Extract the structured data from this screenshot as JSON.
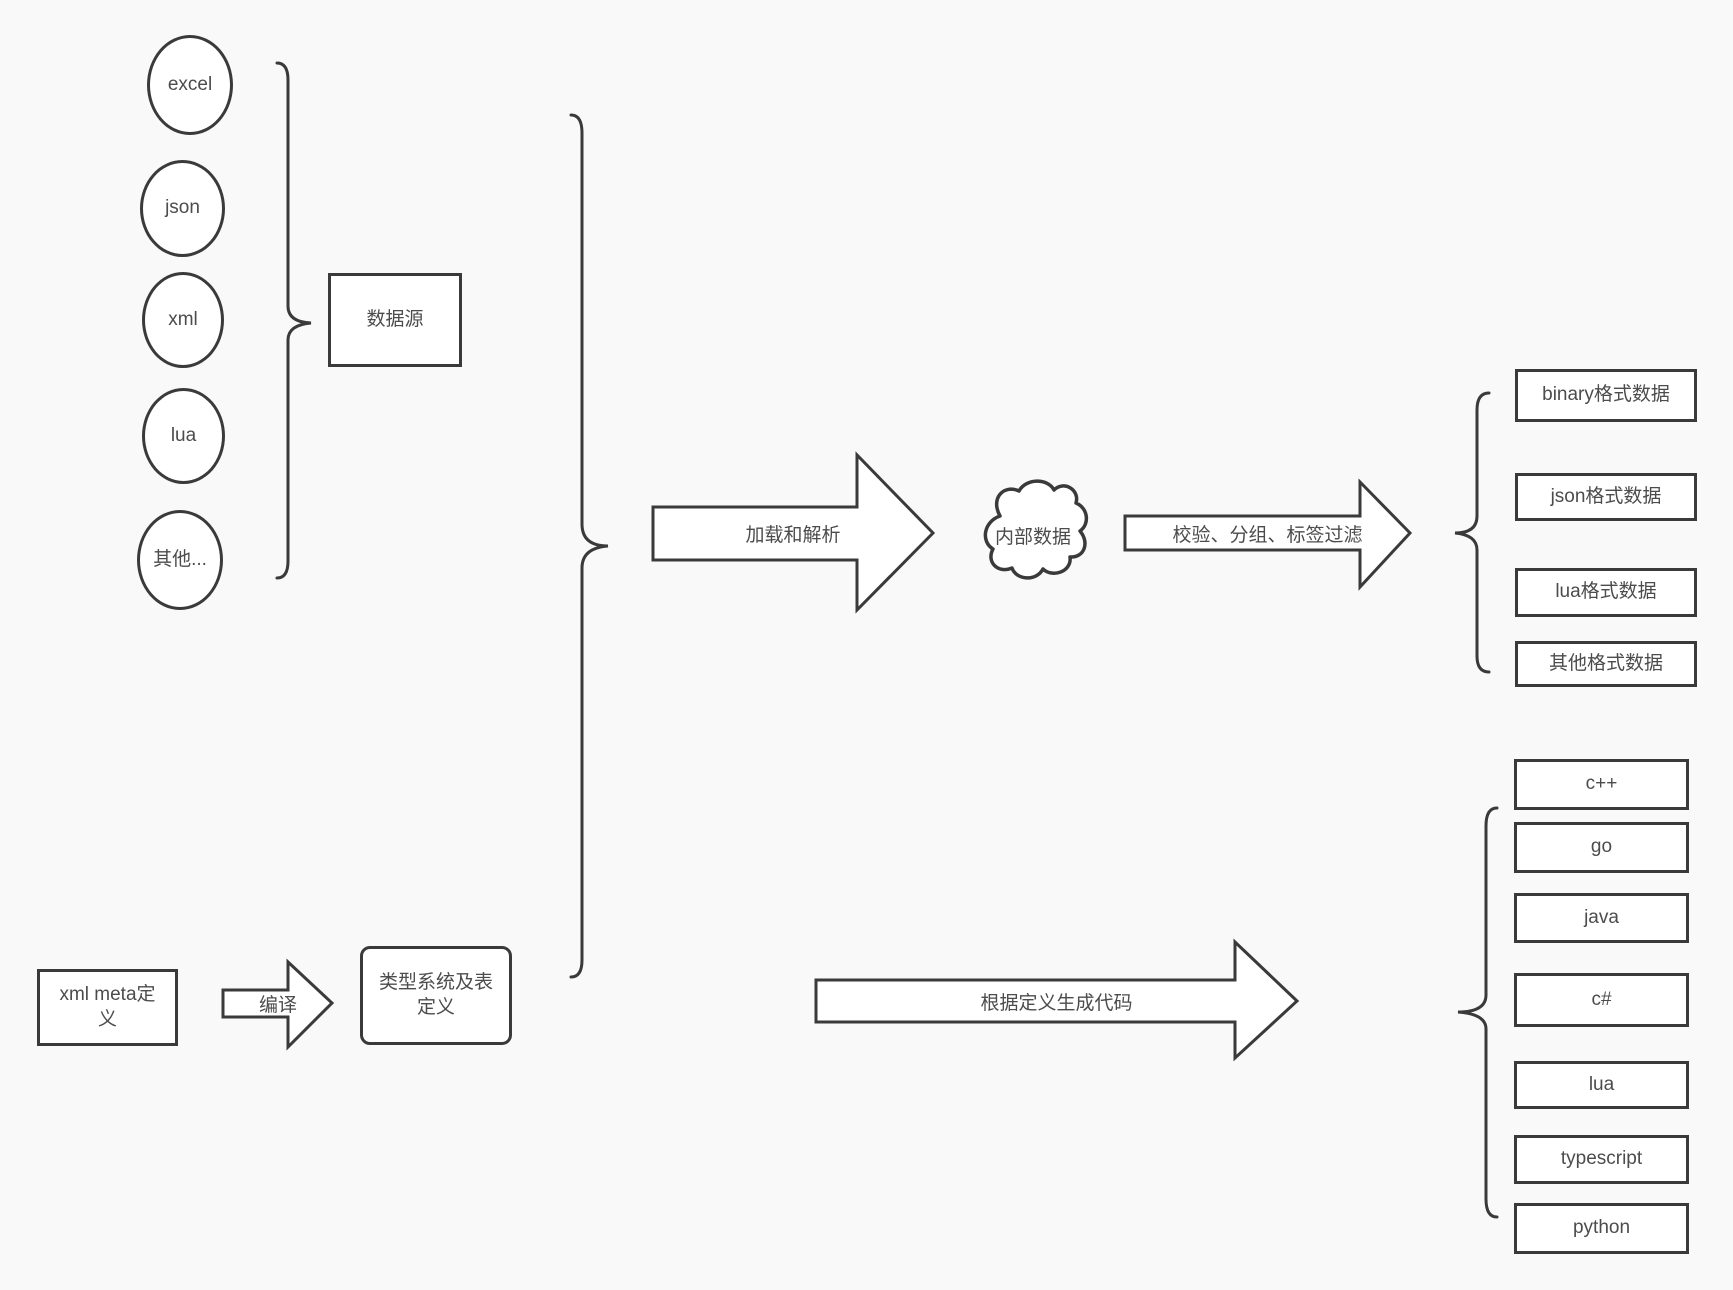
{
  "colors": {
    "background": "#f9f9f9",
    "shape_fill": "#ffffff",
    "stroke": "#3a3a3a",
    "text": "#4c4c4c"
  },
  "data_sources": {
    "group_label": "数据源",
    "items": [
      {
        "label": "excel"
      },
      {
        "label": "json"
      },
      {
        "label": "xml"
      },
      {
        "label": "lua"
      },
      {
        "label": "其他..."
      }
    ]
  },
  "pipeline": {
    "load_arrow_label": "加载和解析",
    "internal_data_label": "内部数据",
    "filter_arrow_label": "校验、分组、标签过滤"
  },
  "output_formats": {
    "items": [
      {
        "label": "binary格式数据"
      },
      {
        "label": "json格式数据"
      },
      {
        "label": "lua格式数据"
      },
      {
        "label": "其他格式数据"
      }
    ]
  },
  "definition_flow": {
    "xml_meta_label": "xml meta定义",
    "compile_arrow_label": "编译",
    "type_system_label": "类型系统及表定义",
    "codegen_arrow_label": "根据定义生成代码"
  },
  "languages": {
    "items": [
      {
        "label": "c++"
      },
      {
        "label": "go"
      },
      {
        "label": "java"
      },
      {
        "label": "c#"
      },
      {
        "label": "lua"
      },
      {
        "label": "typescript"
      },
      {
        "label": "python"
      }
    ]
  }
}
